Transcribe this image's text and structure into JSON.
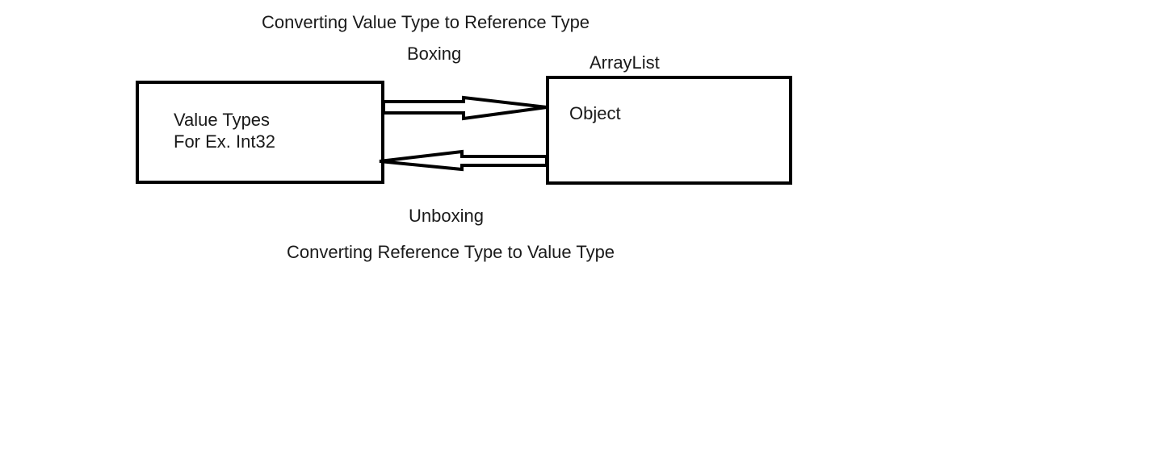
{
  "diagram": {
    "boxing_description": "Converting Value Type to Reference Type",
    "boxing_label": "Boxing",
    "unboxing_label": "Unboxing",
    "unboxing_description": "Converting Reference Type to Value Type",
    "value_box": {
      "line1": "Value Types",
      "line2": "For Ex. Int32"
    },
    "reference_box": {
      "title": "ArrayList",
      "content": "Object"
    },
    "stroke_color": "#000000",
    "text_color": "#1a1a1a"
  }
}
